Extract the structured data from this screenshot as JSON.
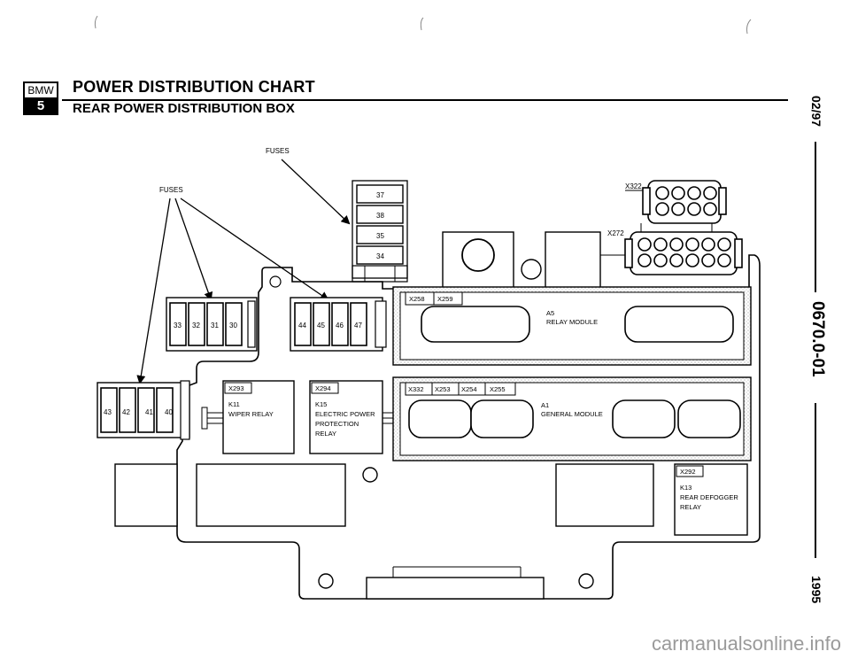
{
  "header": {
    "logo_top": "BMW",
    "logo_bottom": "5",
    "title": "POWER DISTRIBUTION CHART",
    "subtitle": "REAR POWER DISTRIBUTION BOX"
  },
  "side": {
    "date": "02/97",
    "code": "0670.0-01",
    "year": "1995"
  },
  "labels": {
    "fuses_top": "FUSES",
    "fuses_left": "FUSES"
  },
  "fuse_stack_top": [
    "37",
    "38",
    "35",
    "34"
  ],
  "fuse_group_a": [
    "33",
    "32",
    "31",
    "30"
  ],
  "fuse_group_b": [
    "44",
    "45",
    "46",
    "47"
  ],
  "fuse_group_c": [
    "43",
    "42",
    "41",
    "40"
  ],
  "connectors": {
    "x322": "X322",
    "x272": "X272",
    "x258": "X258",
    "x259": "X259",
    "x293": "X293",
    "x294": "X294",
    "x332": "X332",
    "x253": "X253",
    "x254": "X254",
    "x255": "X255",
    "x292": "X292"
  },
  "modules": {
    "a5": [
      "A5",
      "RELAY MODULE"
    ],
    "a1": [
      "A1",
      "GENERAL MODULE"
    ]
  },
  "relays": {
    "k11": [
      "K11",
      "WIPER RELAY"
    ],
    "k15": [
      "K15",
      "ELECTRIC POWER",
      "PROTECTION",
      "RELAY"
    ],
    "k13": [
      "K13",
      "REAR DEFOGGER",
      "RELAY"
    ]
  },
  "watermark": "carmanualsonline.info"
}
